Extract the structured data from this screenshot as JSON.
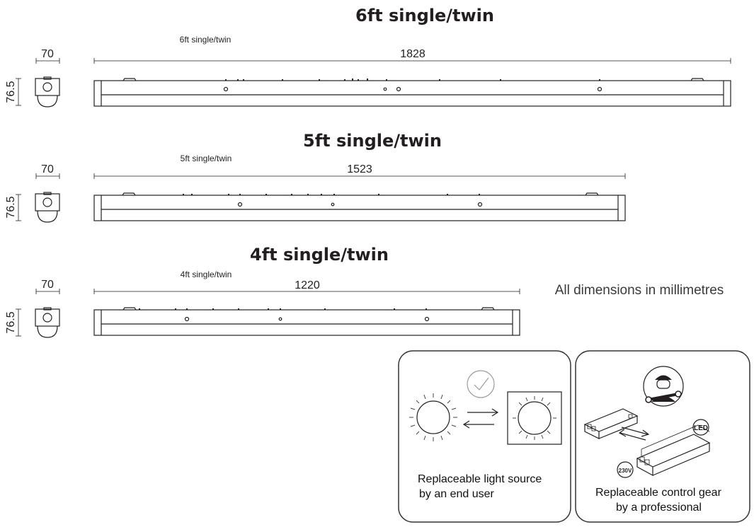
{
  "fixtures": [
    {
      "title": "6ft single/twin",
      "subtitle": "6ft single/twin",
      "length_mm": "1828",
      "width_mm": "70",
      "height_mm": "76.5"
    },
    {
      "title": "5ft single/twin",
      "subtitle": "5ft single/twin",
      "length_mm": "1523",
      "width_mm": "70",
      "height_mm": "76.5"
    },
    {
      "title": "4ft single/twin",
      "subtitle": "4ft single/twin",
      "length_mm": "1220",
      "width_mm": "70",
      "height_mm": "76.5"
    }
  ],
  "units_note": "All dimensions in millimetres",
  "panels": {
    "light_source": {
      "line1": "Replaceable light source",
      "line2": "by an end user",
      "icon": "check-icon"
    },
    "control_gear": {
      "line1": "Replaceable control gear",
      "line2": "by a professional",
      "icon": "technician-icon",
      "led_label": "LED",
      "voltage_label": "230V"
    }
  }
}
